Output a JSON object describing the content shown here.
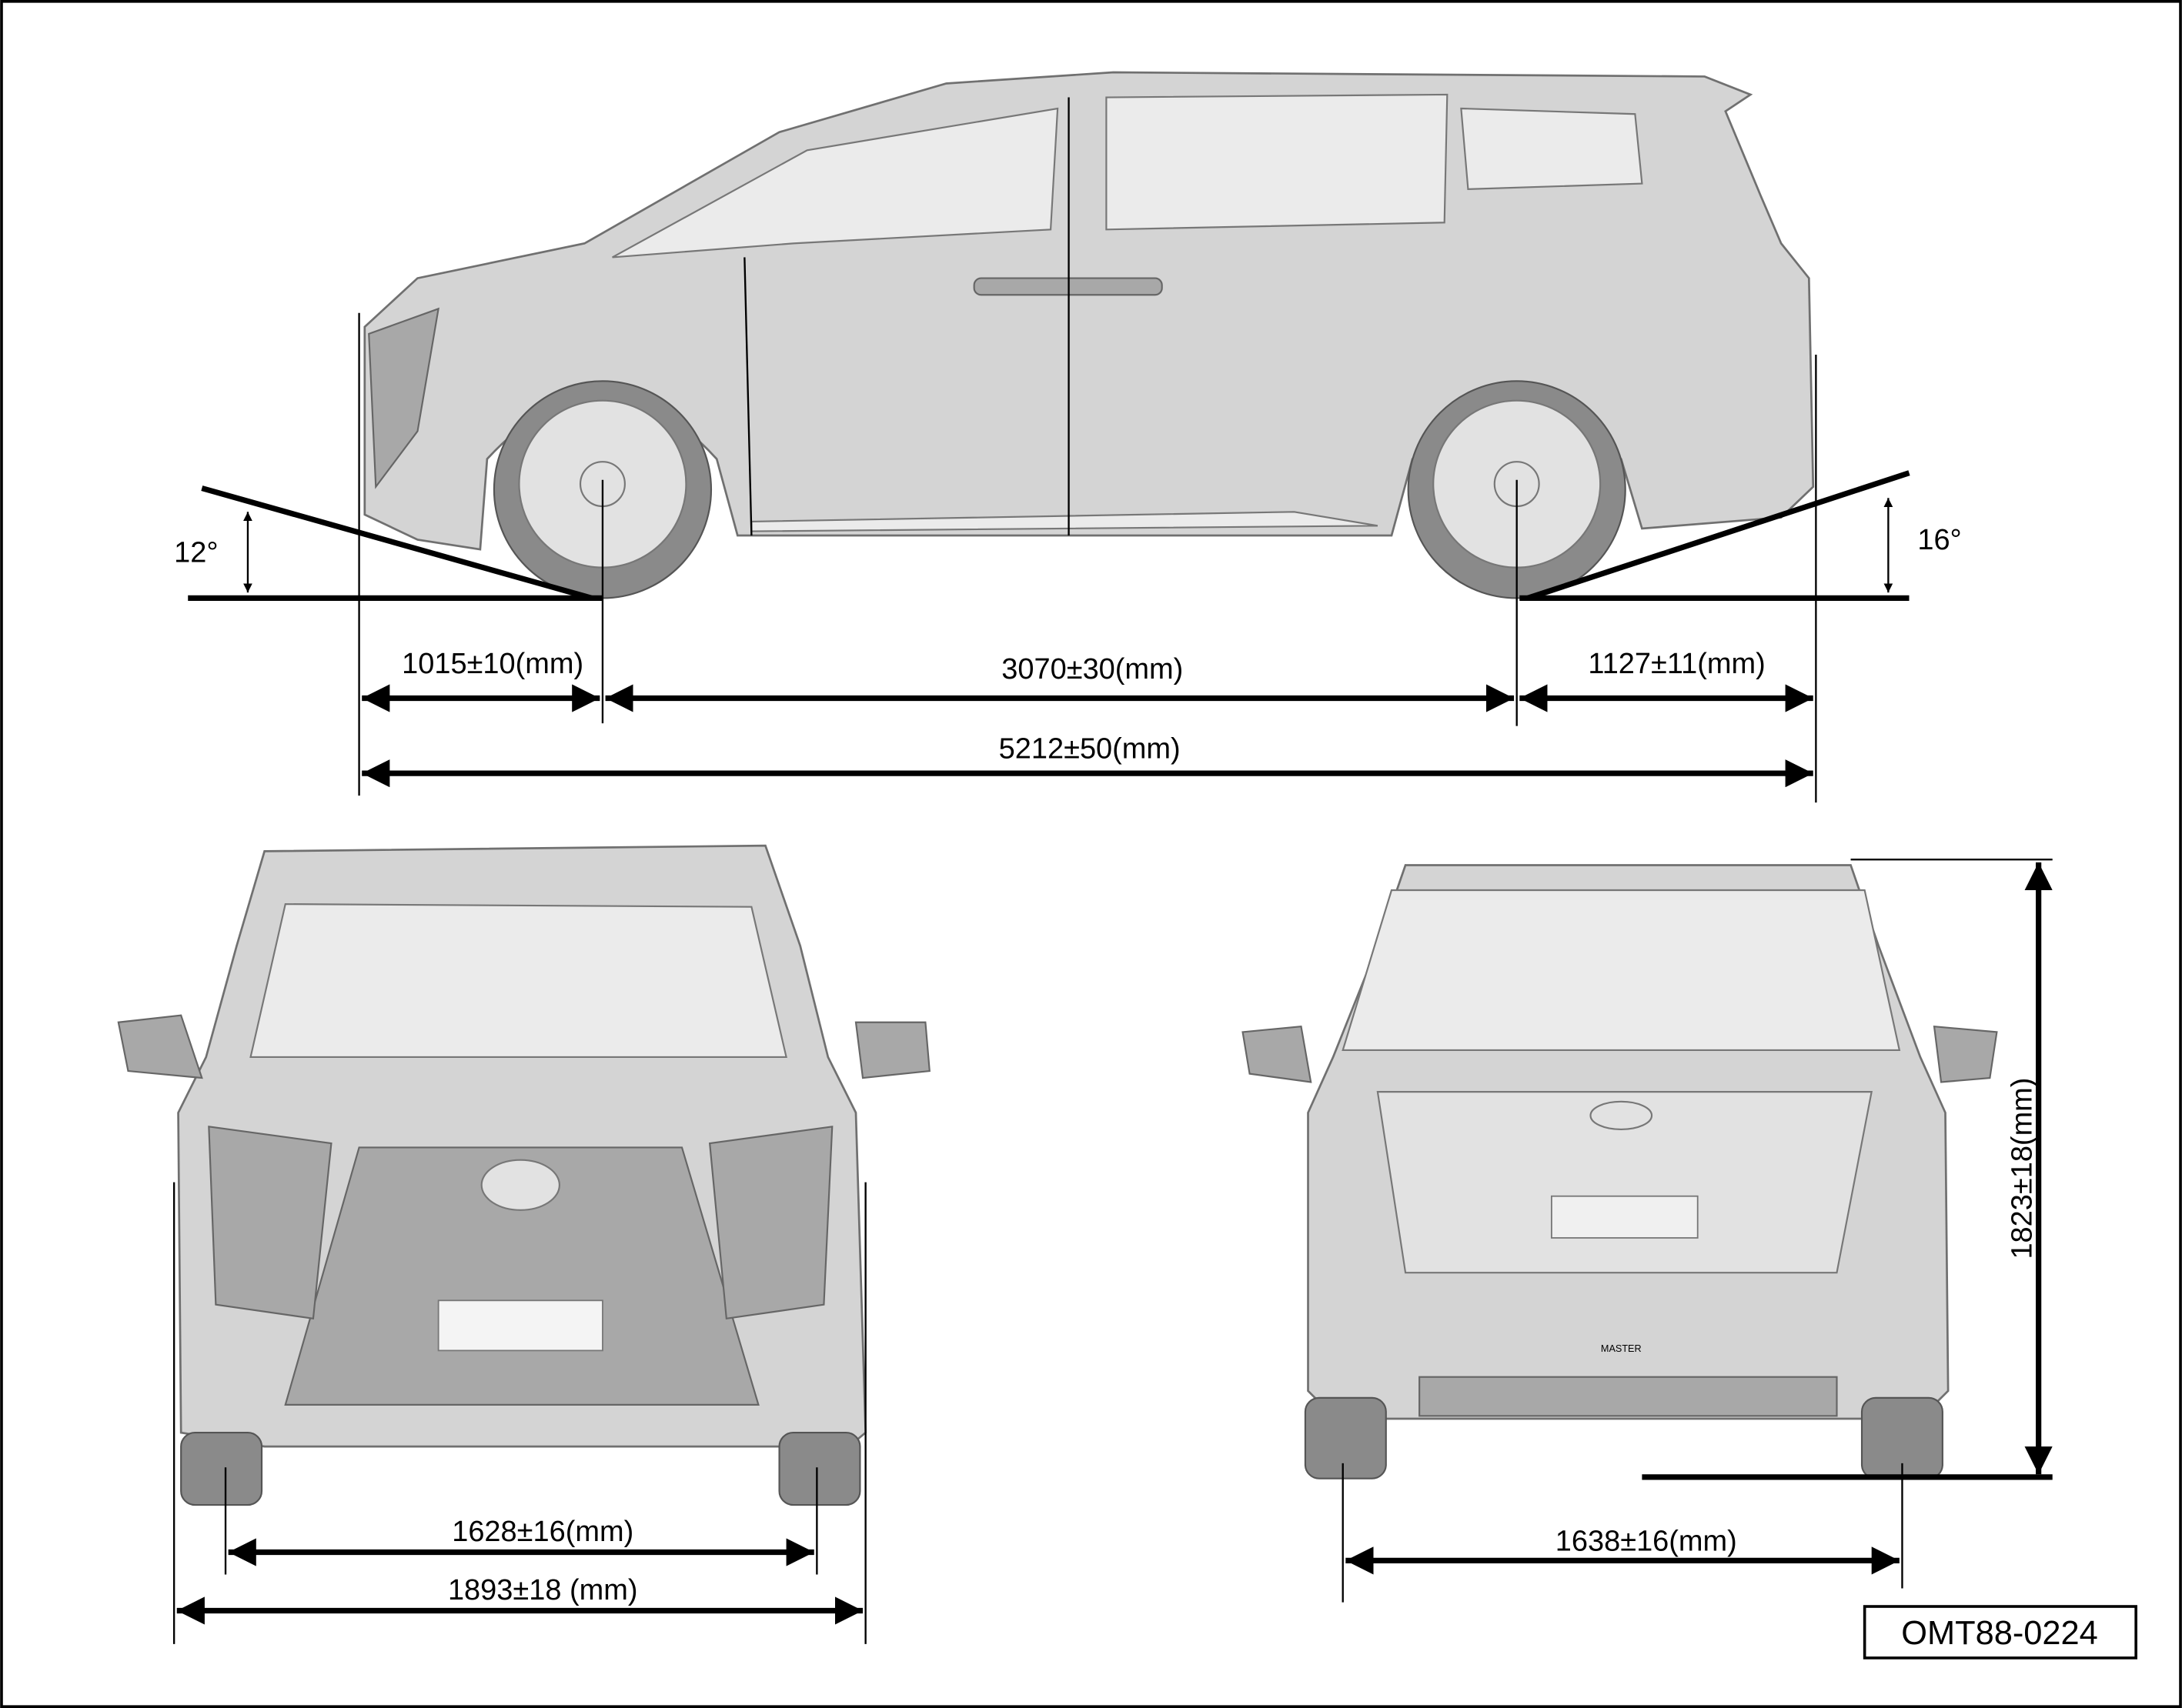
{
  "title": "Vehicle dimensions diagram",
  "side_view": {
    "approach_angle": "12°",
    "departure_angle": "16°",
    "front_overhang": "1015±10(mm)",
    "wheelbase": "3070±30(mm)",
    "rear_overhang": "1127±11(mm)",
    "overall_length": "5212±50(mm)"
  },
  "front_view": {
    "front_track": "1628±16(mm)",
    "overall_width": "1893±18 (mm)"
  },
  "rear_view": {
    "rear_track": "1638±16(mm)",
    "overall_height": "1823±18(mm)",
    "rear_badge": "MASTER"
  },
  "figure_code": "OMT88-0224",
  "colors": {
    "line": "#000000",
    "body": "#d4d4d4",
    "background": "#ffffff"
  }
}
